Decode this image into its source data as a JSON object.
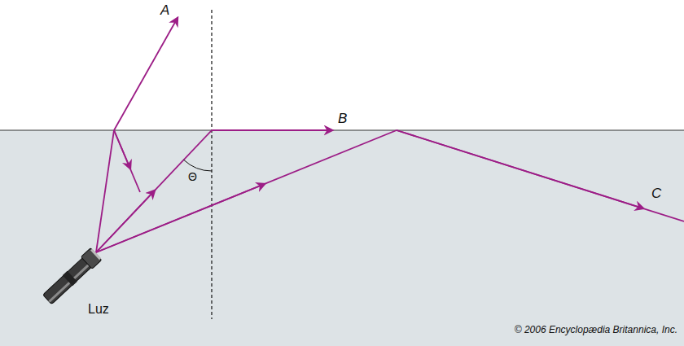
{
  "diagram": {
    "labels": [
      "A",
      "B",
      "C",
      "Θ",
      "Luz",
      "© 2006 Encyclopædia Britannica, Inc."
    ]
  }
}
